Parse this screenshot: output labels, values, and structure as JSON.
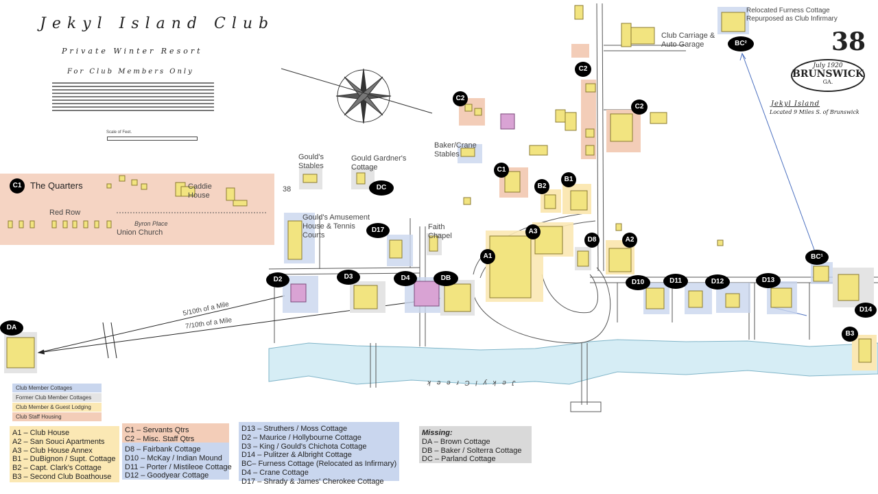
{
  "header": {
    "title": "Jekyl Island Club",
    "subtitle": "Private Winter Resort",
    "subtitle2": "For Club Members Only",
    "scale_label": "Scale of Feet."
  },
  "stamp": {
    "sheet_number": "38",
    "date": "July 1920",
    "city": "BRUNSWICK",
    "state": "GA.",
    "location_title": "Jekyl Island",
    "location_sub": "Located 9 Miles S. of Brunswick"
  },
  "colors": {
    "member": "#c9d6ee",
    "former": "#e4e4e4",
    "lodging": "#fbe8b4",
    "staff": "#f3cdb8",
    "water": "#cfe9f3",
    "badge": "#000000"
  },
  "badges": {
    "c1_left": "C1",
    "c2_a": "C2",
    "c2_b": "C2",
    "c2_c": "C2",
    "c1_b": "C1",
    "b2": "B2",
    "b1": "B1",
    "a3": "A3",
    "d8": "D8",
    "a2": "A2",
    "a1": "A1",
    "dc": "DC",
    "d17": "D17",
    "d2": "D2",
    "d3": "D3",
    "d4": "D4",
    "db": "DB",
    "d10": "D10",
    "d11": "D11",
    "d12": "D12",
    "d13": "D13",
    "bc1": "BC¹",
    "d14": "D14",
    "b3": "B3",
    "da": "DA",
    "bc2": "BC²"
  },
  "labels": {
    "quarters": "The Quarters",
    "caddie_house": "Caddie House",
    "red_row": "Red Row",
    "byron_place": "Byron Place",
    "union_church": "Union Church",
    "goulds_stables": "Gould's Stables",
    "gould_gardners_cottage": "Gould Gardner's Cottage",
    "baker_crane_stables": "Baker/Crane Stables",
    "goulds_amusement_house": "Gould's Amusement House & Tennis Courts",
    "faith_chapel": "Faith Chapel",
    "club_carriage": "Club Carriage & Auto Garage",
    "relocated_furness": "Relocated Furness Cottage",
    "repurposed_infirmary": "Repurposed as Club Infirmary",
    "half_mile": "5/10th of a Mile",
    "seven_tenths_mile": "7/10th of a Mile",
    "jekyl_creek": "J e k y l   C r e e k",
    "street_38": "38"
  },
  "legend": {
    "member": "Club Member Cottages",
    "former": "Former Club Member Cottages",
    "lodging": "Club Member & Guest Lodging",
    "staff": "Club Staff Housing"
  },
  "key": {
    "col1": [
      "A1 – Club House",
      "A2 – San Souci Apartments",
      "A3 – Club House Annex",
      "B1 – DuBignon / Supt. Cottage",
      "B2 – Capt. Clark's Cottage",
      "B3 – Second Club Boathouse"
    ],
    "col2a": [
      "C1 – Servants Qtrs",
      "C2 – Misc. Staff Qtrs"
    ],
    "col2b": [
      "D8 – Fairbank Cottage",
      "D10 – McKay / Indian Mound",
      "D11 – Porter / Mistileoe Cottage",
      "D12 – Goodyear Cottage"
    ],
    "col3": [
      "D13 – Struthers / Moss Cottage",
      "D2 – Maurice / Hollybourne Cottage",
      "D3 – King / Gould's Chichota Cottage",
      "D14 – Pulitzer & Albright Cottage",
      "BC– Furness Cottage (Relocated as Infirmary)",
      "D4 – Crane Cottage",
      "D17 – Shrady & James' Cherokee Cottage"
    ],
    "missing_title": "Missing:",
    "col4": [
      "DA – Brown Cottage",
      "DB – Baker / Solterra Cottage",
      "DC – Parland Cottage"
    ]
  }
}
